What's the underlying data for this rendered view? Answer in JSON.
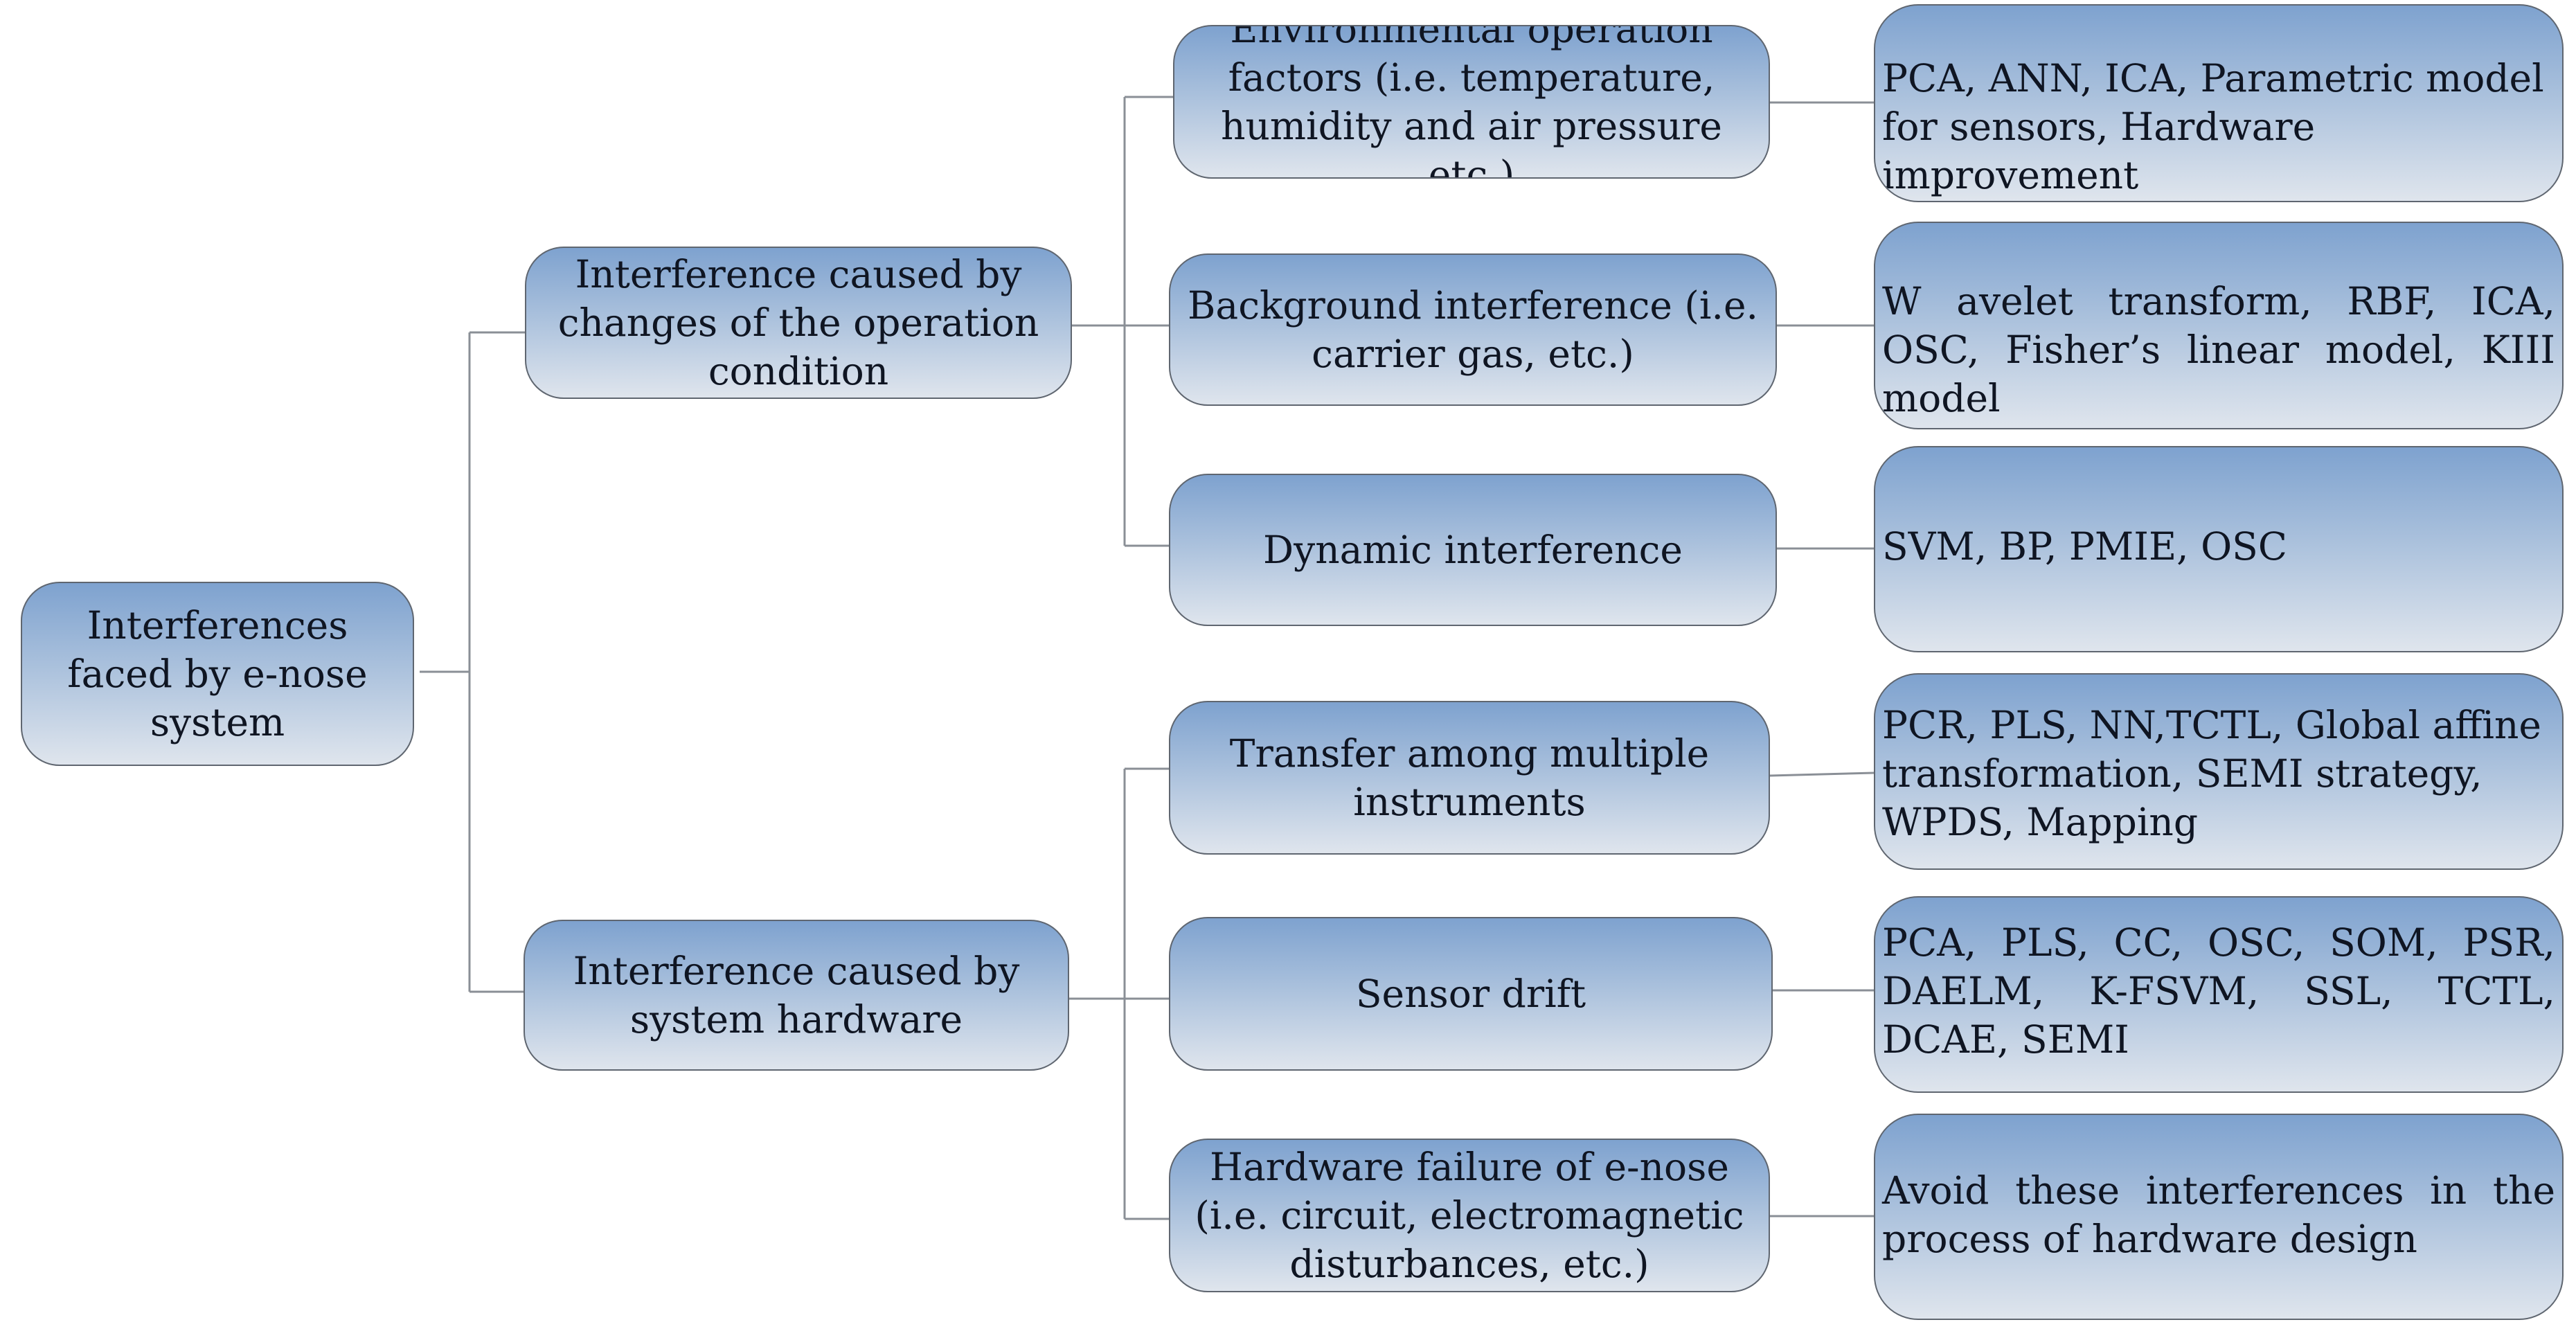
{
  "root": {
    "label": "Interferences faced by e-nose system"
  },
  "categories": [
    {
      "label": "Interference caused by changes of the operation condition"
    },
    {
      "label": "Interference caused by system hardware"
    }
  ],
  "factors": [
    {
      "label": "Environmental operation factors (i.e. temperature, humidity and air pressure etc.)"
    },
    {
      "label": "Background interference (i.e. carrier gas, etc.)"
    },
    {
      "label": "Dynamic interference"
    },
    {
      "label": "Transfer among multiple instruments"
    },
    {
      "label": "Sensor drift"
    },
    {
      "label": "Hardware failure of e-nose (i.e. circuit, electromagnetic disturbances, etc.)"
    }
  ],
  "methods": [
    {
      "label": "PCA, ANN, ICA, Parametric model for sensors, Hardware improvement"
    },
    {
      "label": "W avelet transform, RBF, ICA, OSC, Fisher’s linear model, KIII model"
    },
    {
      "label": "SVM, BP, PMIE, OSC"
    },
    {
      "label": "PCR, PLS, NN,TCTL, Global affine transformation,  SEMI strategy, WPDS, Mapping"
    },
    {
      "label": "PCA, PLS, CC, OSC, SOM, PSR, DAELM, K-FSVM, SSL, TCTL, DCAE, SEMI"
    },
    {
      "label": "Avoid these interferences in the process of hardware design"
    }
  ]
}
